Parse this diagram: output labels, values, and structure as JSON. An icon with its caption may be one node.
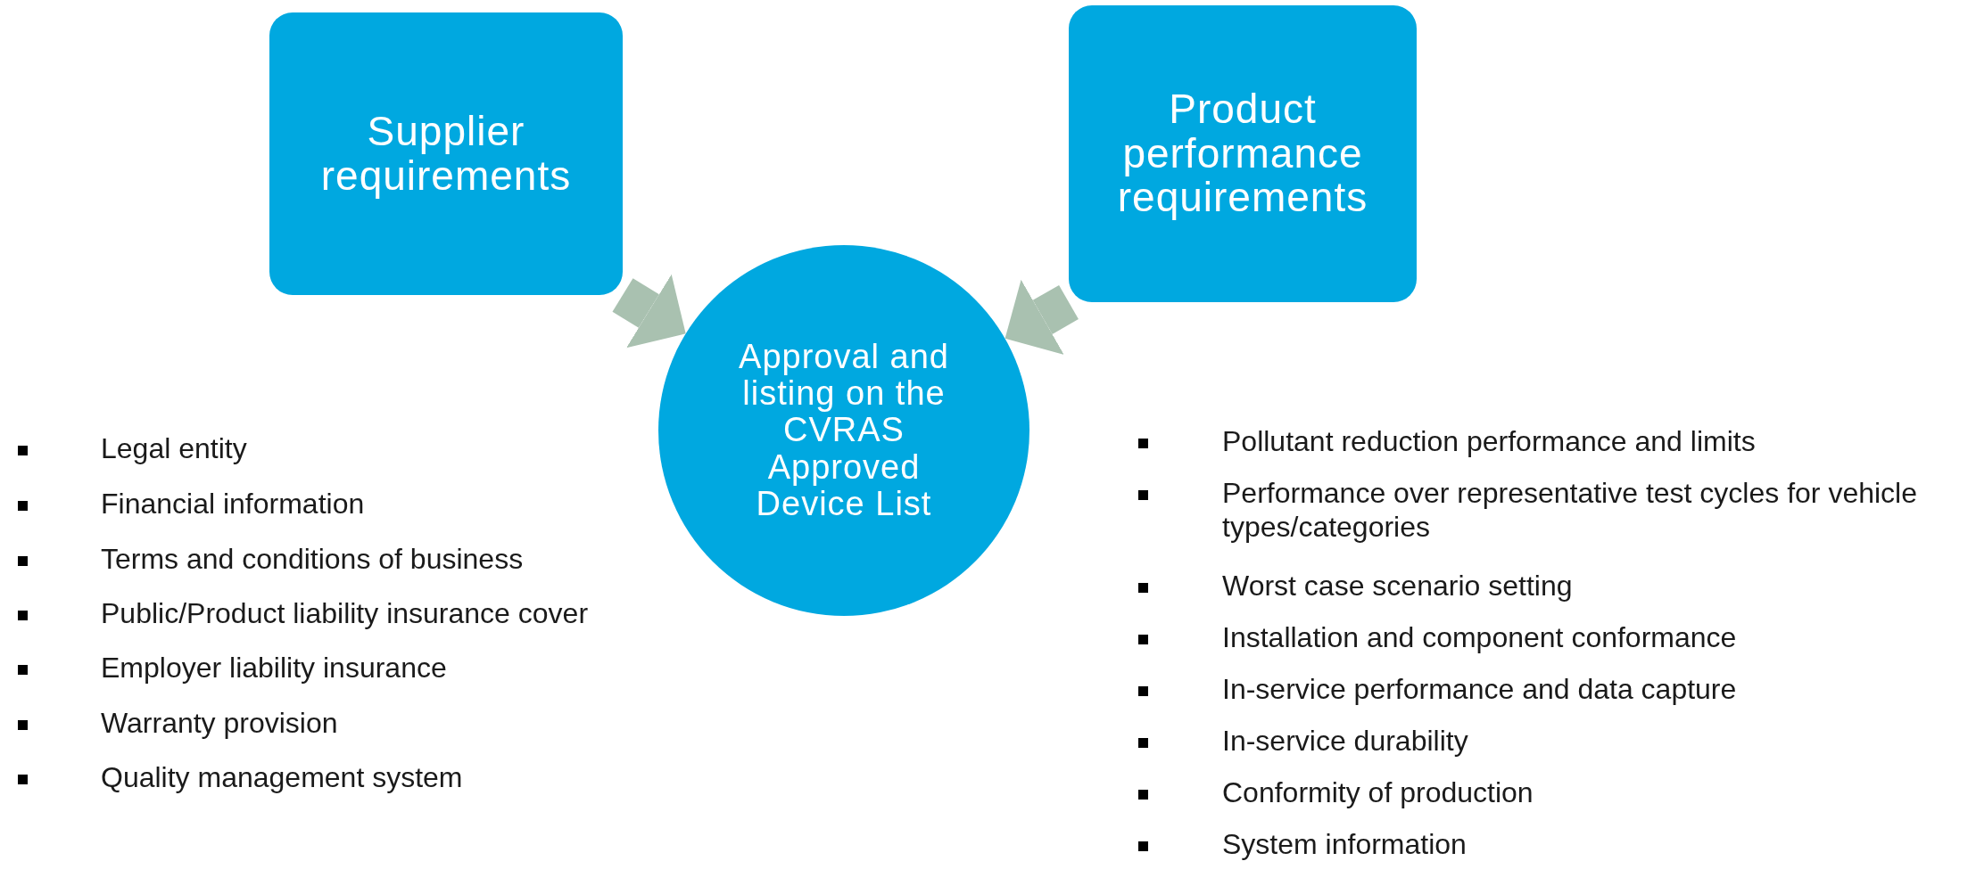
{
  "diagram": {
    "nodes": [
      {
        "text": [
          "Supplier requirements"
        ]
      },
      {
        "text": [
          "Product performance requirements"
        ]
      },
      {
        "text": [
          "Approval and listing on the CVRAS Approved Device List"
        ]
      }
    ],
    "edges": [
      {
        "from": 0,
        "to": 2,
        "arrow": "to"
      },
      {
        "from": 1,
        "to": 2,
        "arrow": "to"
      }
    ],
    "labels": [
      "Legal entity",
      "Financial information",
      "Terms and conditions of business",
      "Public/Product liability insurance cover",
      "Employer liability insurance",
      "Warranty provision",
      "Quality management system",
      "Pollutant reduction performance and limits",
      "Performance over representative test cycles for vehicle types/categories",
      "Worst case scenario setting",
      "Installation and component conformance",
      "In-service performance and data capture",
      "In-service durability",
      "Conformity of production",
      "System information"
    ]
  }
}
